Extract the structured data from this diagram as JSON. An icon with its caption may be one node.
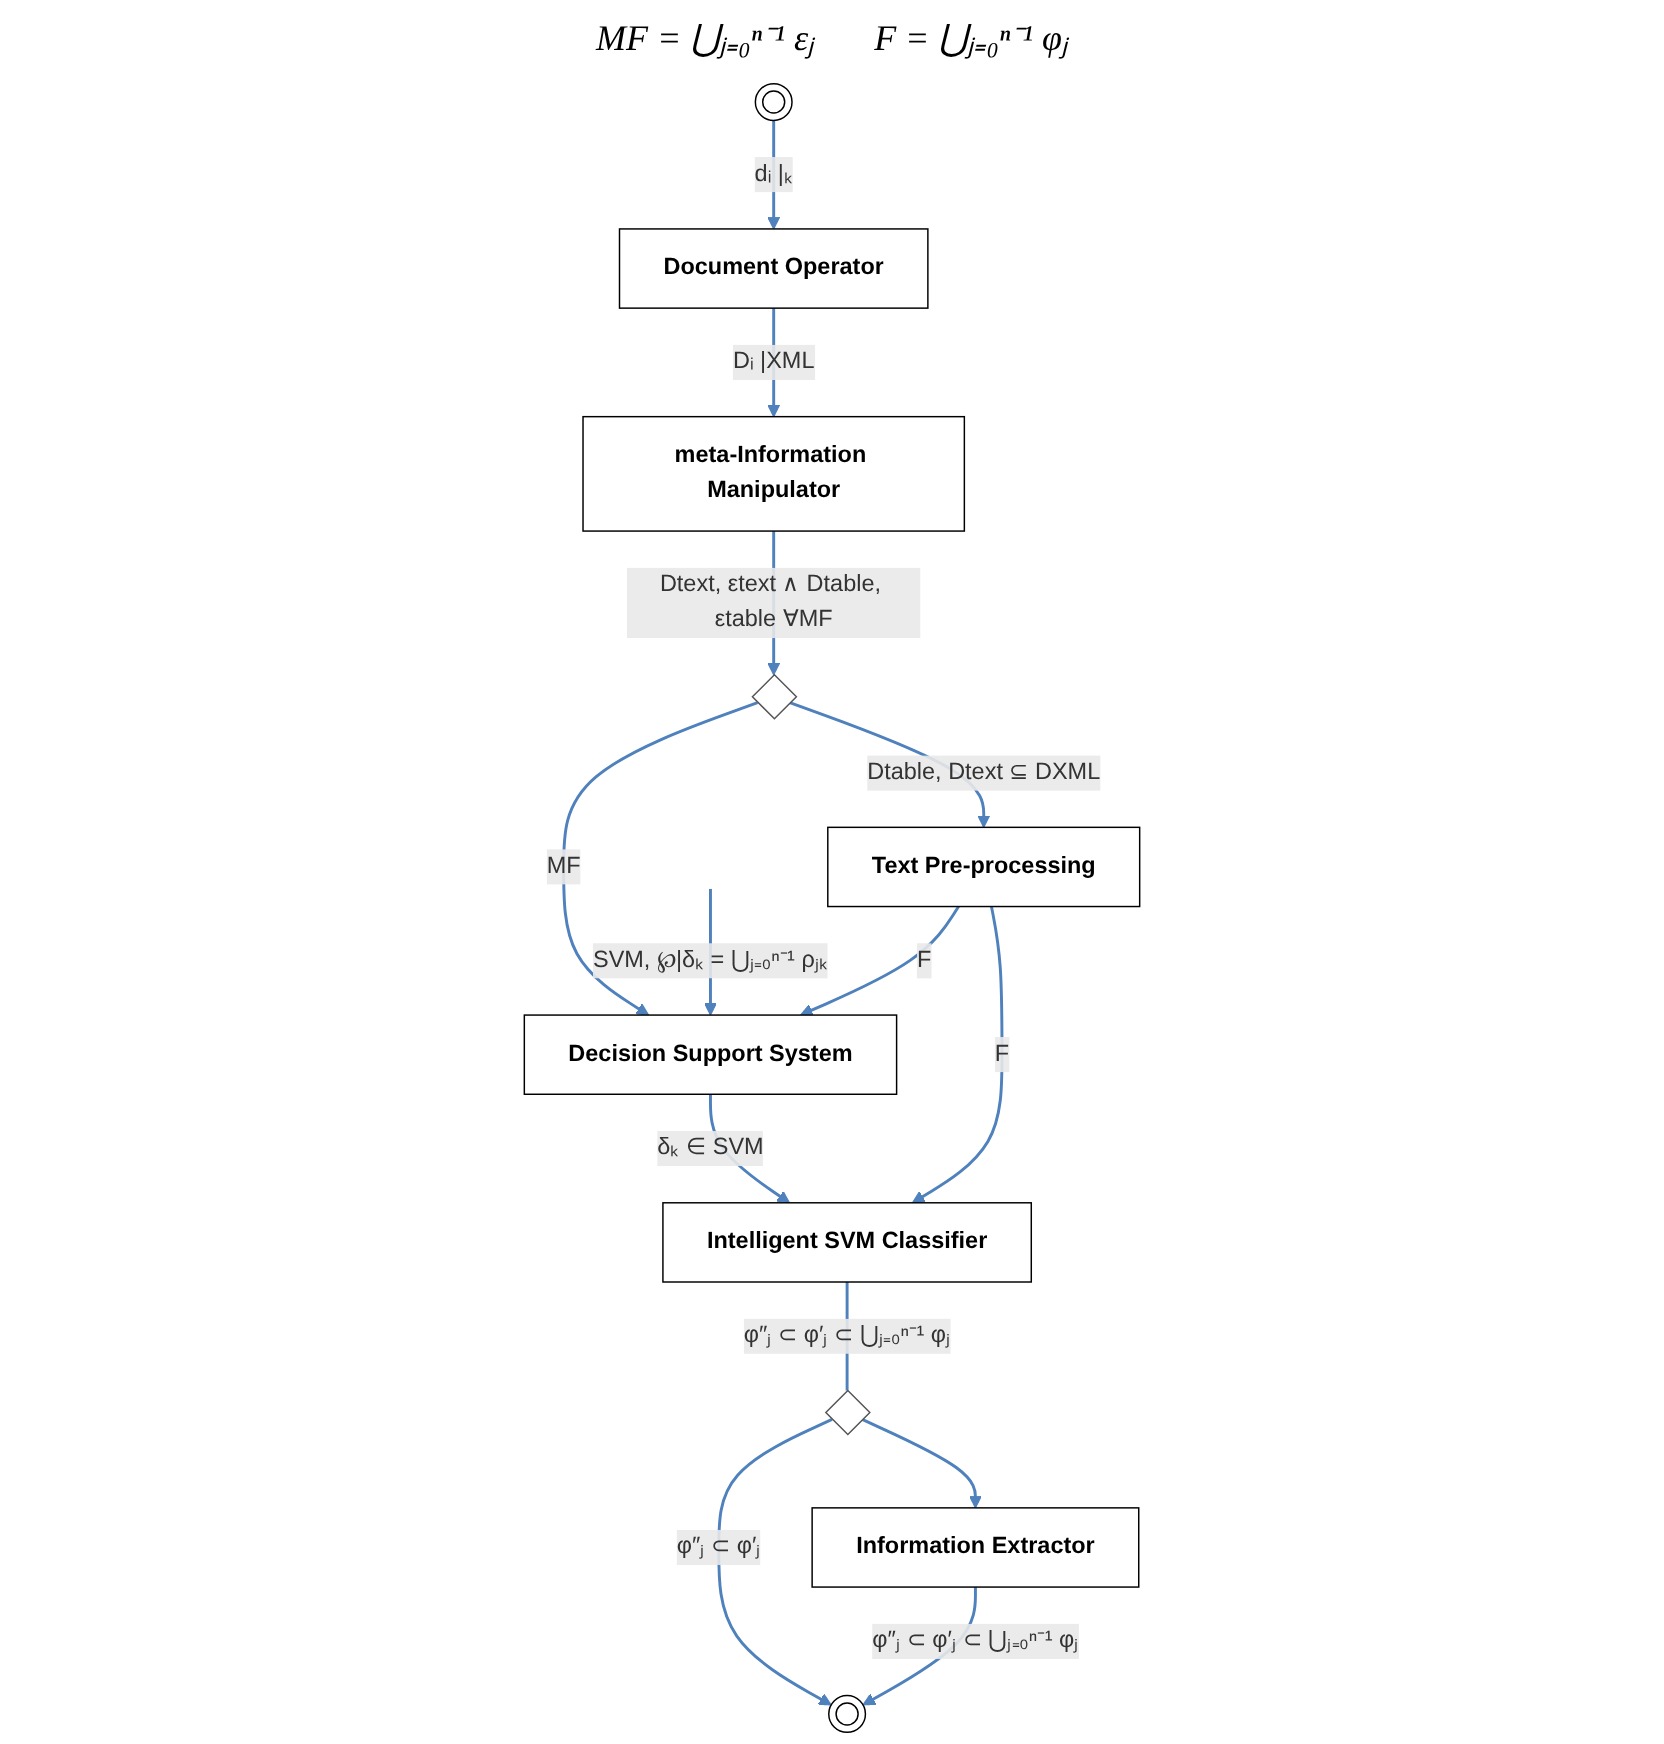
{
  "diagram": {
    "nodes": [
      {
        "text": [],
        "shape": "circle"
      },
      {
        "text": [
          "Document Operator"
        ]
      },
      {
        "text": [
          "meta-Information Manipulator"
        ]
      },
      {
        "text": [],
        "shape": "diamond"
      },
      {
        "text": [
          "Text Pre-processing"
        ]
      },
      {
        "text": [
          "Decision Support System"
        ]
      },
      {
        "text": [
          "Intelligent SVM Classifier"
        ]
      },
      {
        "text": [],
        "shape": "diamond"
      },
      {
        "text": [
          "Information Extractor"
        ]
      },
      {
        "text": [],
        "shape": "circle"
      }
    ],
    "edges": [
      {
        "from": 0,
        "to": 1,
        "arrow": "to",
        "label": "dᵢ |ₖ"
      },
      {
        "from": 1,
        "to": 2,
        "arrow": "to",
        "label": "Dᵢ |XML"
      },
      {
        "from": 2,
        "to": 3,
        "arrow": "to",
        "label": "Dtext, εtext ∧ Dtable, εtable ∀MF"
      },
      {
        "from": 3,
        "to": 4,
        "arrow": "to",
        "label": "Dtable, Dtext ⊆ DXML"
      },
      {
        "from": 3,
        "to": 5,
        "arrow": "to",
        "label": "MF"
      },
      {
        "from": null,
        "to": 5,
        "arrow": "to",
        "label": "SVM, ℘|δₖ = ⋃ⱼ₌₀ⁿ⁻¹ ρⱼₖ"
      },
      {
        "from": 4,
        "to": 5,
        "arrow": "to",
        "label": "F"
      },
      {
        "from": 5,
        "to": 6,
        "arrow": "to",
        "label": "δₖ ∈ SVM"
      },
      {
        "from": 4,
        "to": 6,
        "arrow": "to",
        "label": "F"
      },
      {
        "from": 6,
        "to": 7,
        "arrow": "none",
        "label": "φ″ⱼ ⊂ φ′ⱼ ⊂ ⋃ⱼ₌₀ⁿ⁻¹ φⱼ"
      },
      {
        "from": 7,
        "to": 8,
        "arrow": "to"
      },
      {
        "from": 7,
        "to": 9,
        "arrow": "to",
        "label": "φ″ⱼ ⊂ φ′ⱼ"
      },
      {
        "from": 8,
        "to": 9,
        "arrow": "to",
        "label": "φ″ⱼ ⊂ φ′ⱼ ⊂ ⋃ⱼ₌₀ⁿ⁻¹ φⱼ"
      }
    ],
    "labels": [
      "MF = ⋃ⱼ₌₀ⁿ⁻¹ εⱼ",
      "F = ⋃ⱼ₌₀ⁿ⁻¹ φⱼ"
    ]
  }
}
